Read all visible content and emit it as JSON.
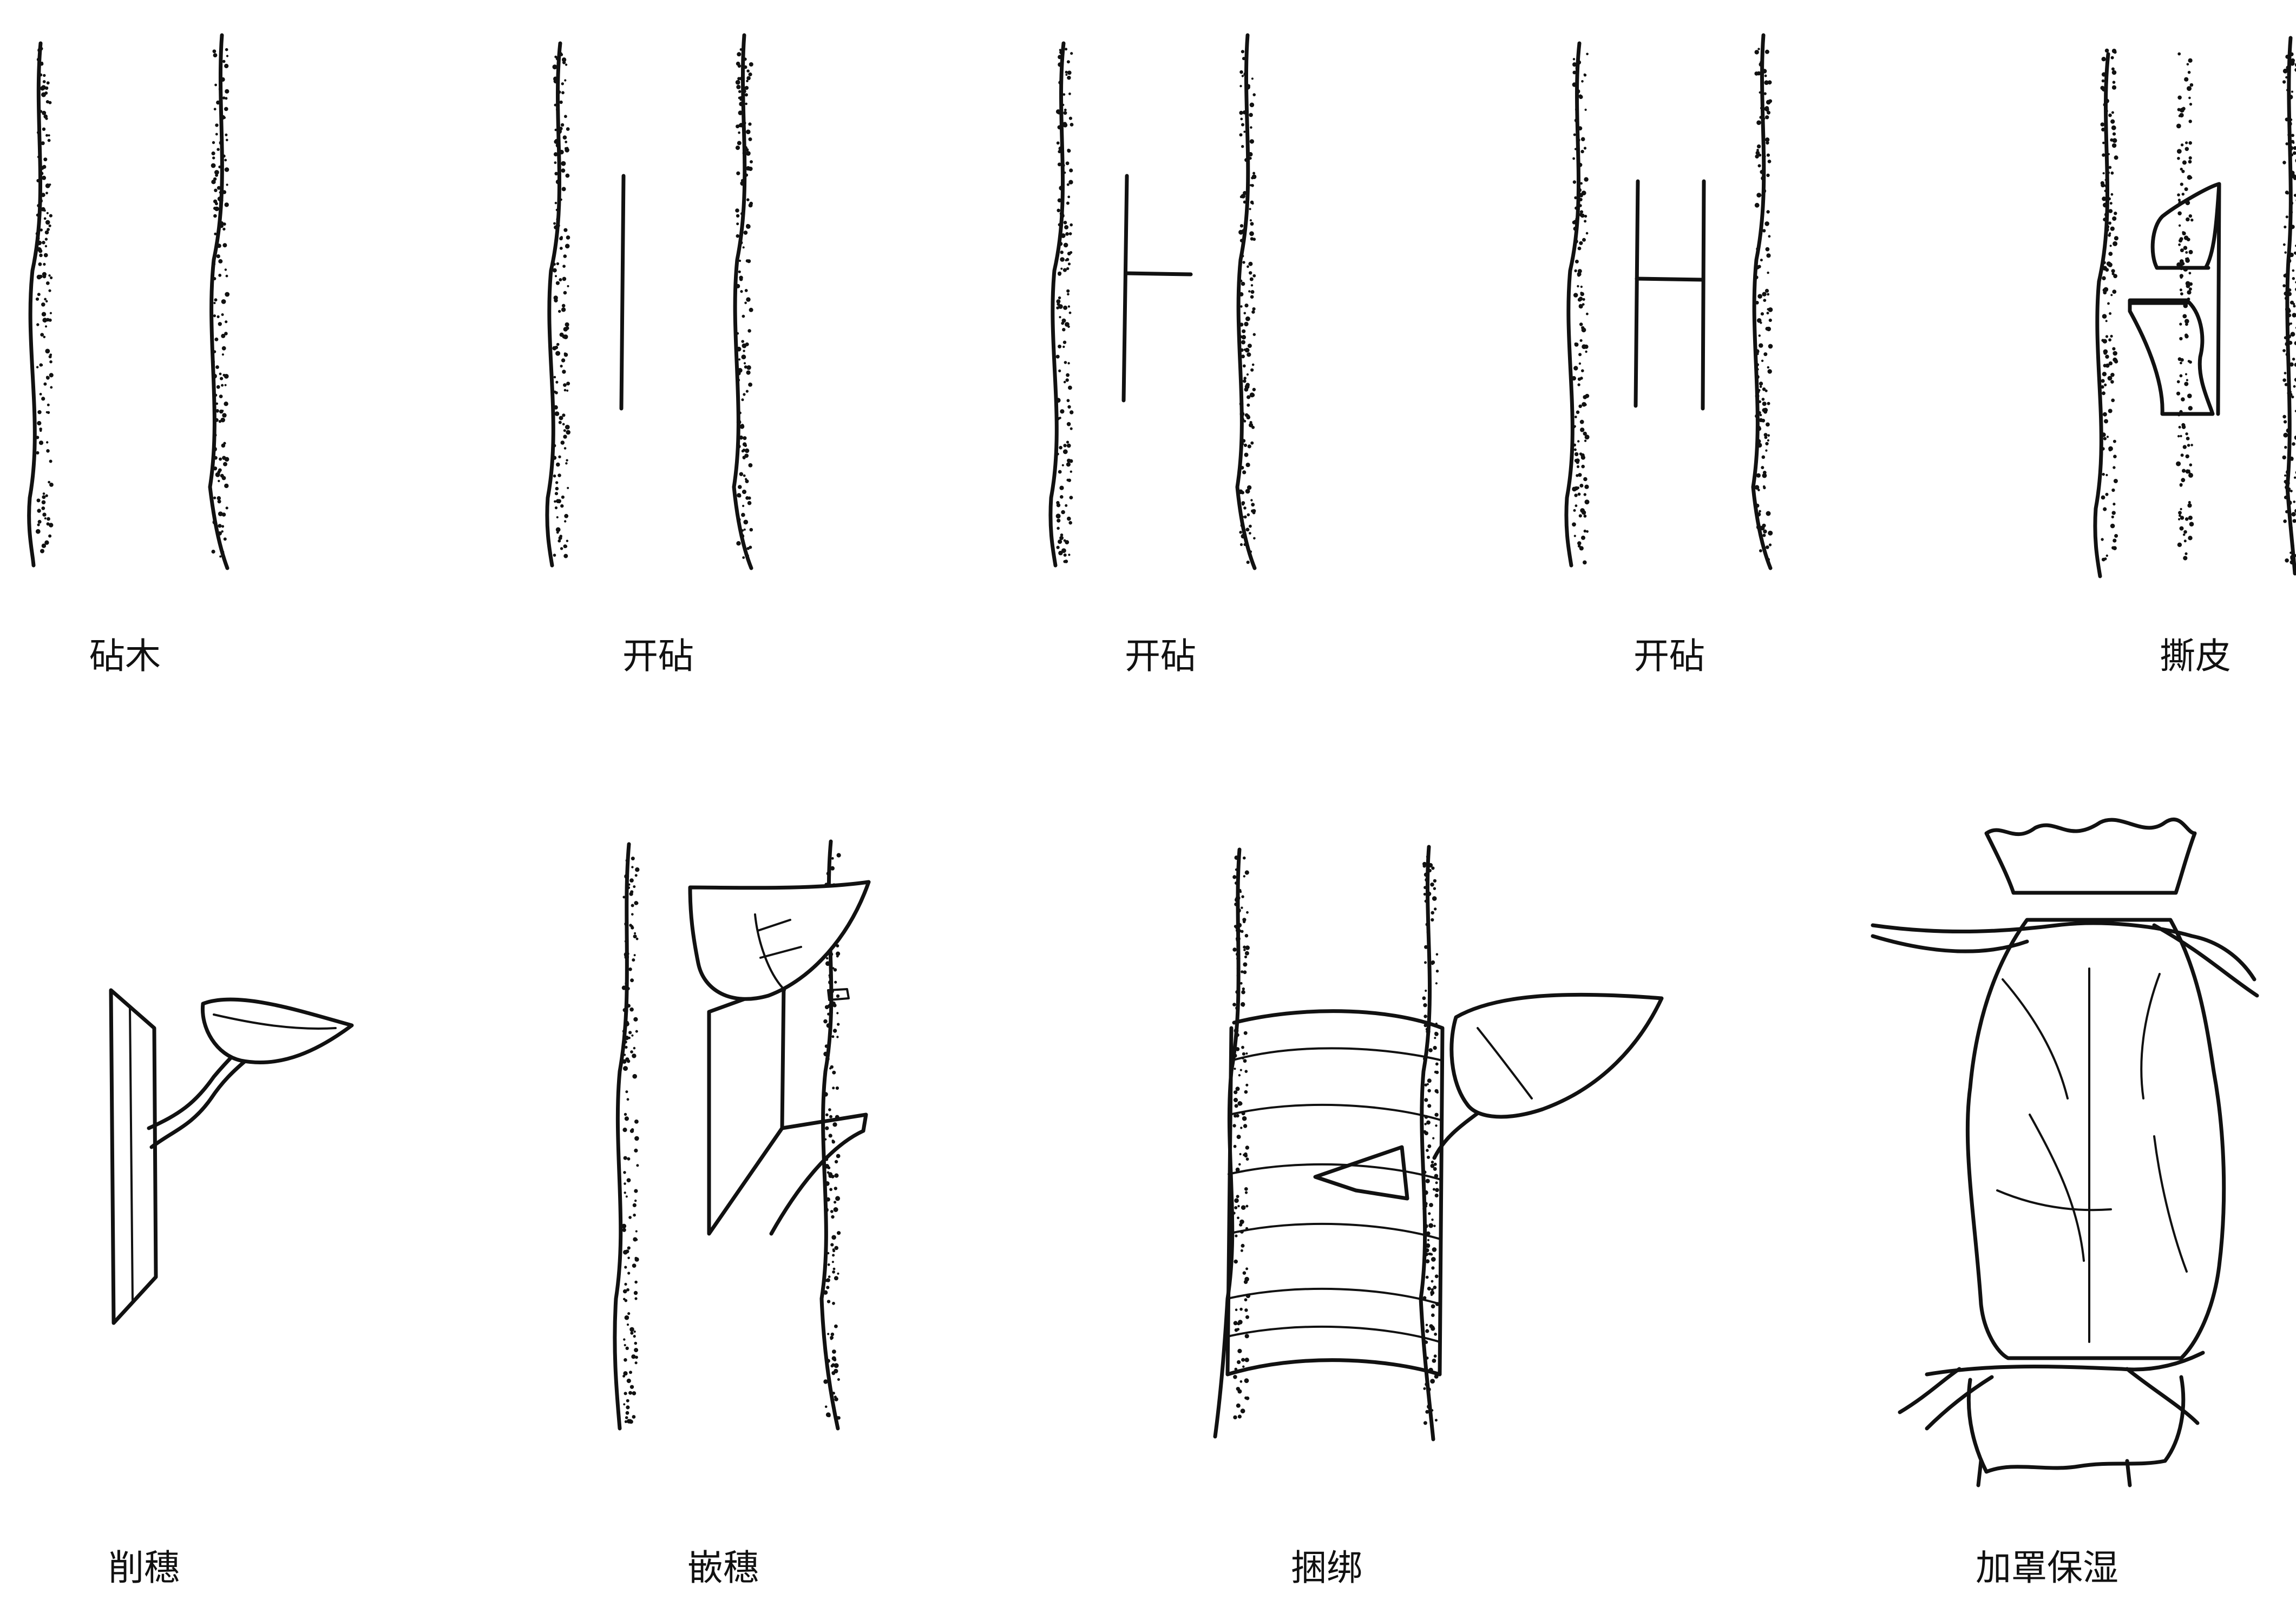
{
  "figure": {
    "steps": [
      {
        "label": "砧木"
      },
      {
        "label": "开砧"
      },
      {
        "label": "开砧"
      },
      {
        "label": "开砧"
      },
      {
        "label": "撕皮"
      },
      {
        "label": "削穗"
      },
      {
        "label": "嵌穗"
      },
      {
        "label": "捆绑"
      },
      {
        "label": "加罩保湿"
      }
    ]
  },
  "colors": {
    "ink": "#111111",
    "paper": "#ffffff"
  }
}
